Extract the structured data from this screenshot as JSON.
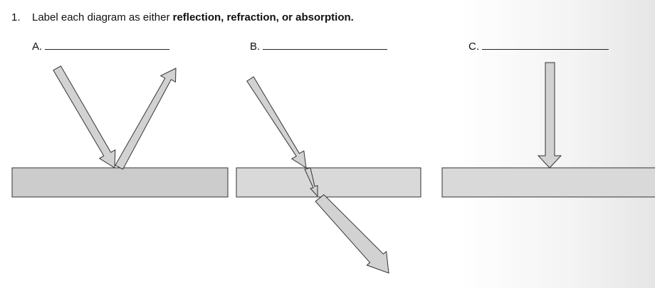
{
  "question": {
    "number": "1.",
    "text_plain": "Label each diagram as either ",
    "text_bold": "reflection, refraction, or absorption."
  },
  "diagrams": [
    {
      "letter": "A."
    },
    {
      "letter": "B."
    },
    {
      "letter": "C."
    }
  ],
  "colors": {
    "arrow_fill": "#d2d2d2",
    "block_fill_a": "#cccccc",
    "block_fill_bc": "#d9d9d9",
    "stroke": "#333333"
  }
}
